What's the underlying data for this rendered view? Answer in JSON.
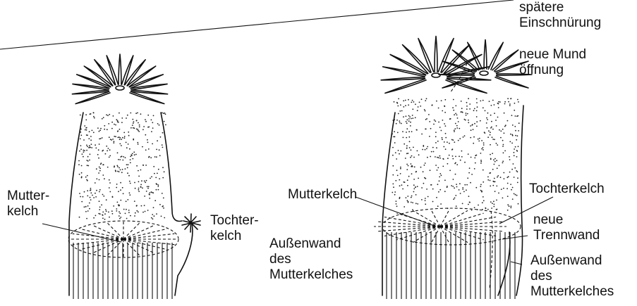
{
  "labels": {
    "left_mutter": "Mutter-\nkelch",
    "left_tochter": "Tochter-\nkelch",
    "left_aussenwand": "Außenwand\ndes\nMutterkelches",
    "right_spaetere": "spätere\nEinschnürung",
    "right_neue_mund": "neue Mund\nöffnung",
    "right_mutterkelch": "Mutterkelch",
    "right_tochterkelch": "Tochterkelch",
    "right_neue_trennwand": "neue\nTrennwand",
    "right_aussenwand": "Außenwand\ndes\nMutterkelches"
  }
}
